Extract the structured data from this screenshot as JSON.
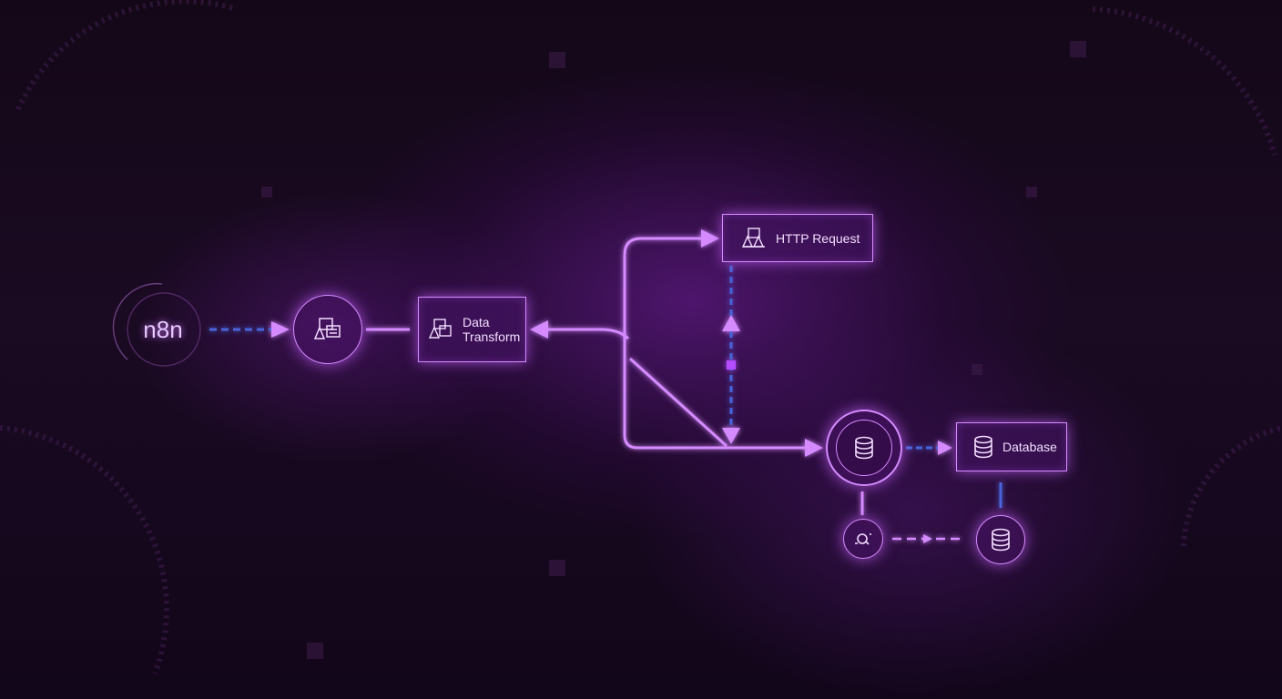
{
  "brand": {
    "logo_text": "n8n"
  },
  "nodes": {
    "data_transform": {
      "label_line1": "Data",
      "label_line2": "Transform",
      "icon": "document-stack-icon"
    },
    "http_request": {
      "label": "HTTP Request",
      "icon": "document-stack-icon"
    },
    "database": {
      "label": "Database",
      "icon": "database-icon"
    },
    "trigger": {
      "icon": "document-stack-icon"
    },
    "db_hub": {
      "icon": "database-icon"
    },
    "search": {
      "icon": "search-icon"
    },
    "db_small": {
      "icon": "database-icon"
    }
  },
  "colors": {
    "accent": "#d58bff",
    "glow": "#b44dff",
    "dash_blue": "#4a63d8",
    "text": "#f3ddff"
  }
}
